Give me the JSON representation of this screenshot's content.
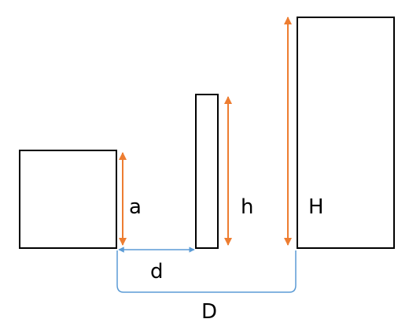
{
  "labels": {
    "a": "a",
    "h": "h",
    "H": "H",
    "d": "d",
    "D": "D"
  },
  "colors": {
    "outline": "#000000",
    "height_arrow": "#ED7D31",
    "distance_arrow": "#5B9BD5",
    "bracket": "#5B9BD5",
    "background": "#FFFFFF"
  }
}
